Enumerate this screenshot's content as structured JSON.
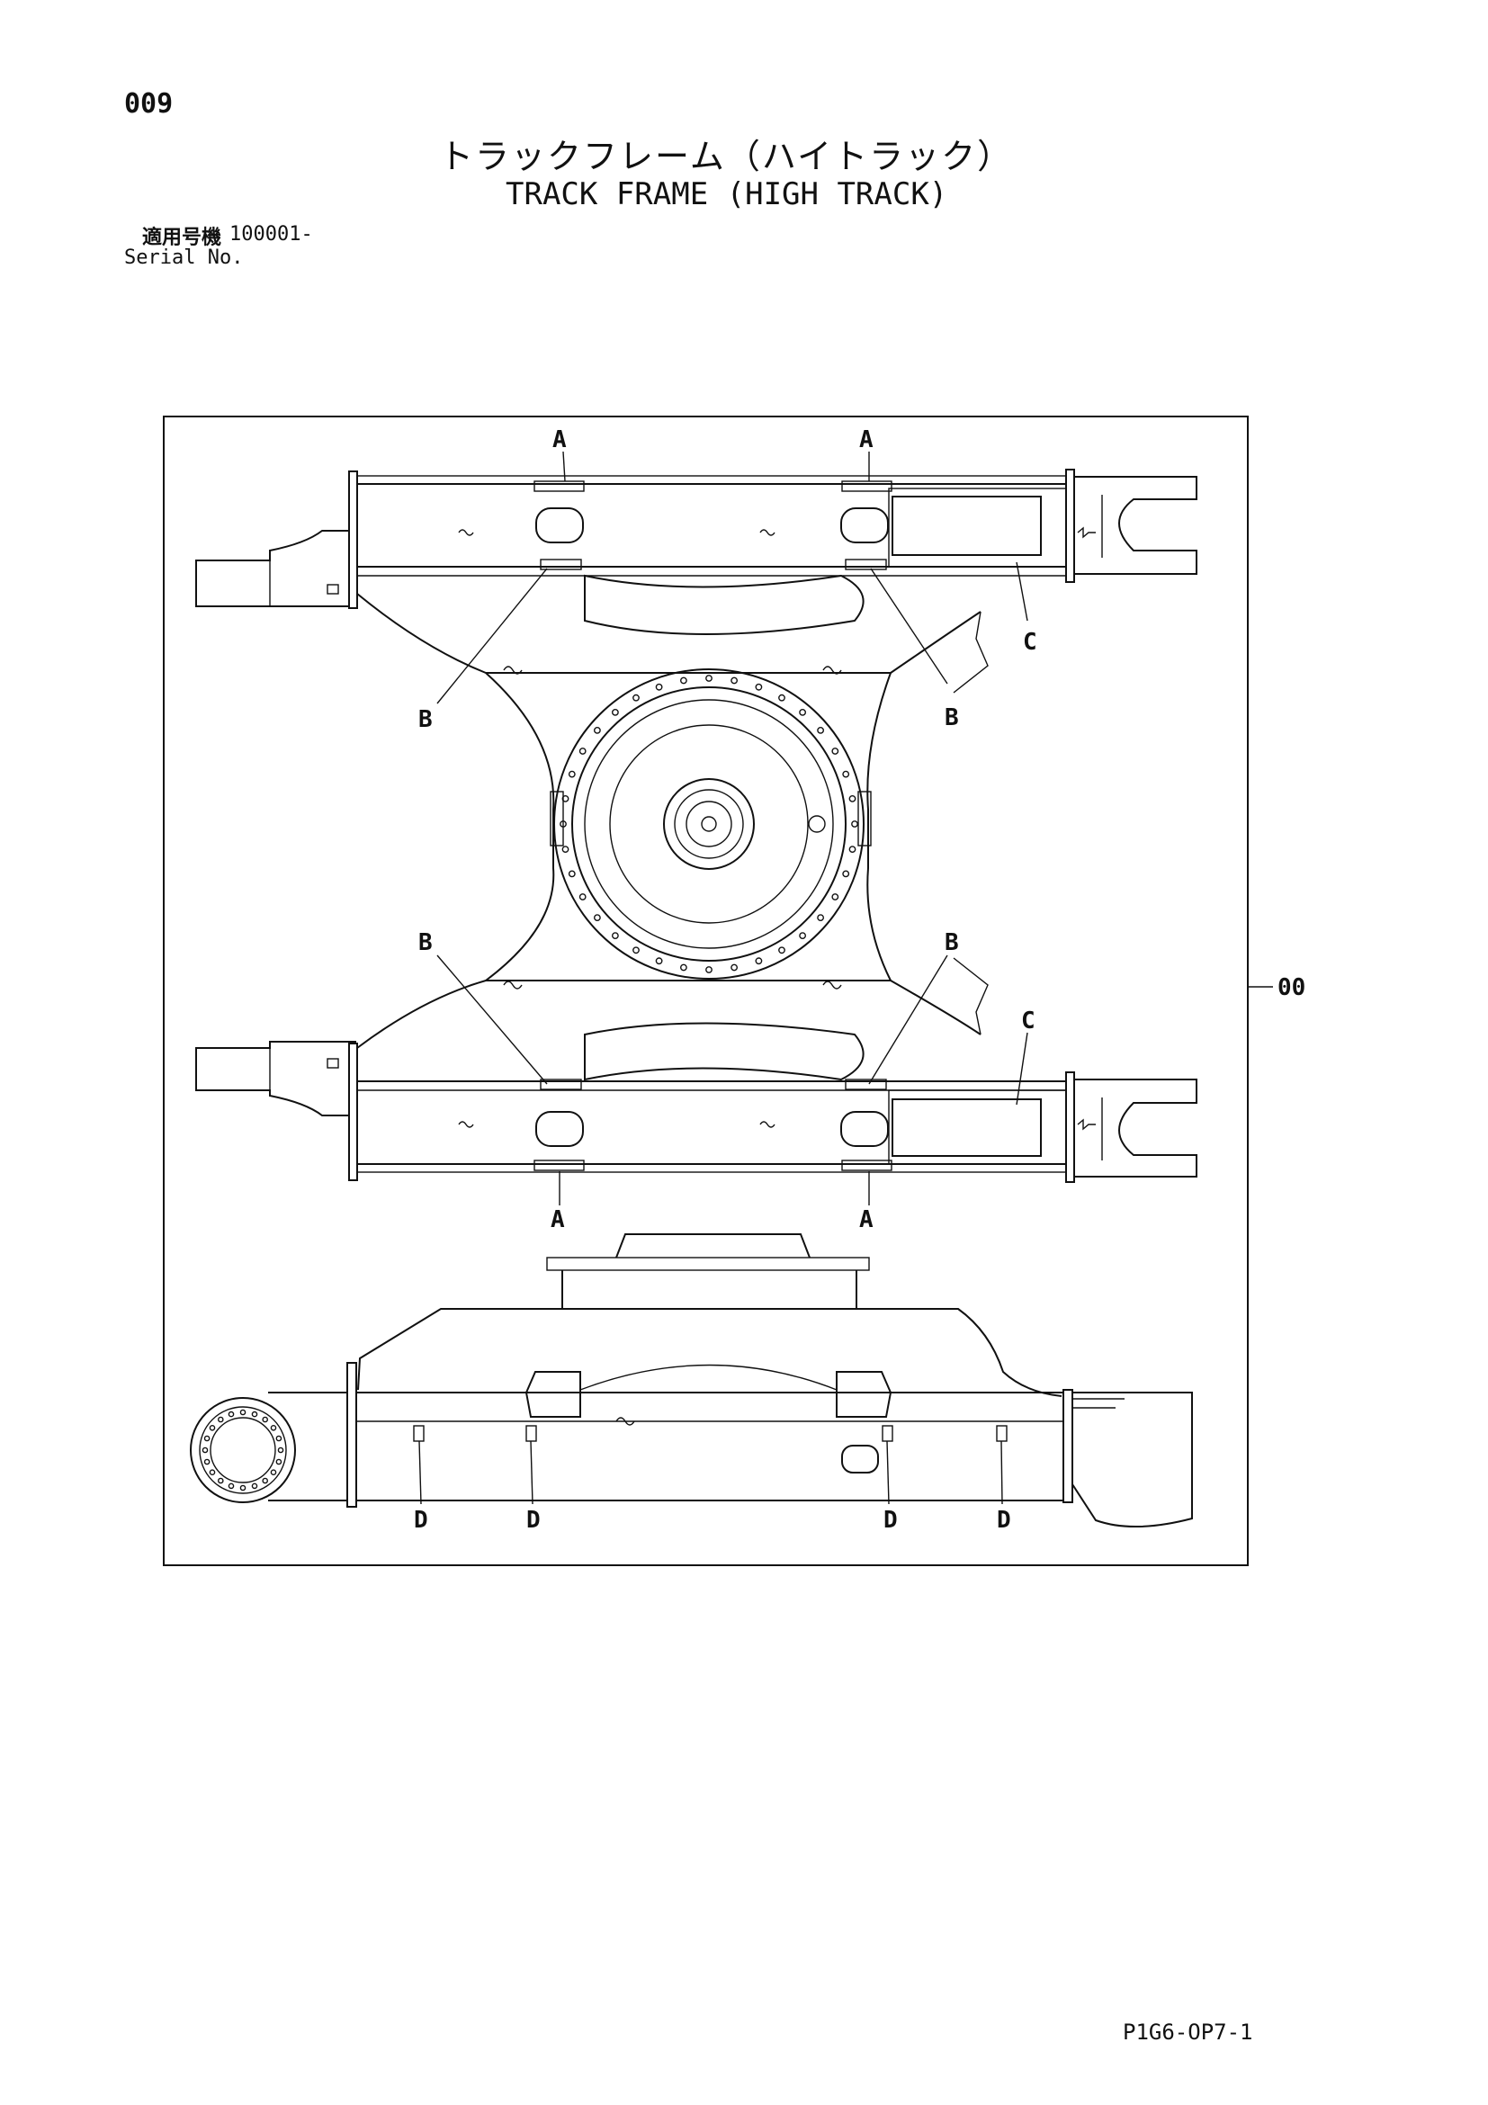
{
  "header": {
    "page_number": "009",
    "title_jp": "トラックフレーム（ハイトラック）",
    "title_en": "TRACK FRAME (HIGH TRACK)",
    "serial_label_jp": "適用号機",
    "serial_value": "100001-",
    "serial_label_en": "Serial No."
  },
  "diagram": {
    "callouts": {
      "a": "A",
      "b": "B",
      "c": "C",
      "d": "D"
    },
    "part_number": "00"
  },
  "footer": {
    "drawing_code": "P1G6-OP7-1"
  }
}
